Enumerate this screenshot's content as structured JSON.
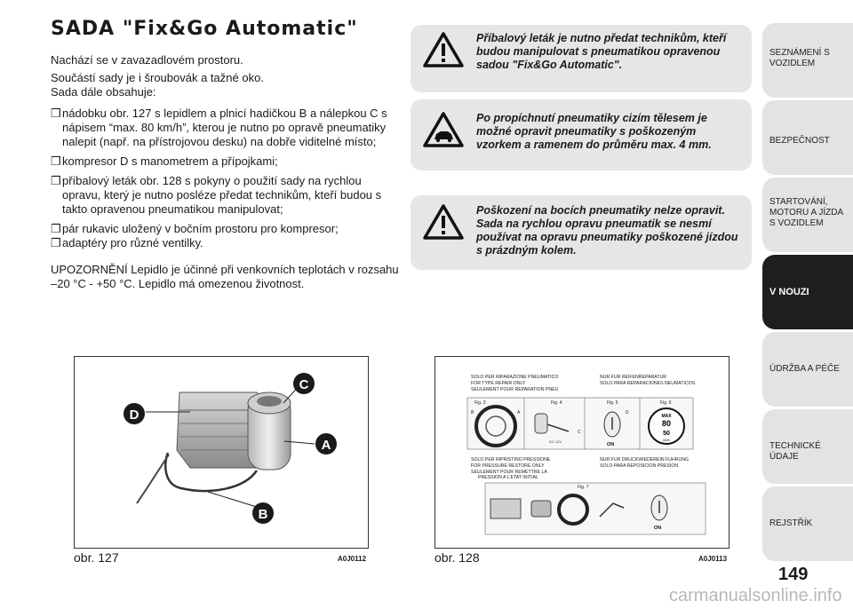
{
  "title": "SADA \"Fix&Go Automatic\"",
  "intro": [
    "Nachází se v zavazadlovém prostoru.",
    "Součástí sady je i šroubovák a tažné oko.",
    "Sada dále obsahuje:"
  ],
  "bullet_glyph": "❒",
  "items": [
    "nádobku obr. 127 s lepidlem a plnicí hadičkou B a nálepkou C s nápisem “max. 80 km/h”, kterou je nutno po opravě pneumatiky nalepit (např. na přístrojovou desku) na dobře viditelné místo;",
    "kompresor D s manometrem a přípojkami;",
    "příbalový leták obr. 128 s pokyny o použití sady na rychlou opravu, který je nutno posléze předat technikům, kteří budou s takto opravenou pneumatikou manipulovat;",
    "pár rukavic uložený v bočním prostoru pro kompresor;",
    "adaptéry pro různé ventilky."
  ],
  "warning_text": "UPOZORNĚNÍ Lepidlo je účinné při venkovních teplotách v rozsahu –20 °C - +50 °C. Lepidlo má omezenou životnost.",
  "boxes": [
    "Příbalový leták je nutno předat technikům, kteří budou manipulovat s pneumatikou opravenou sadou \"Fix&Go Automatic\".",
    "Po propíchnutí pneumatiky cizím tělesem je možné opravit pneumatiky s poškozeným vzorkem a ramenem do průměru max. 4 mm.",
    "Poškození na bocích pneumatiky nelze opravit. Sada na rychlou opravu pneumatik se nesmí používat na opravu pneumatiky poškozené jízdou s prázdným kolem."
  ],
  "sidebar": [
    "SEZNÁMENÍ S VOZIDLEM",
    "BEZPEČNOST",
    "STARTOVÁNÍ, MOTORU A JÍZDA S VOZIDLEM",
    "V NOUZI",
    "ÚDRŽBA A PÉČE",
    "TECHNICKÉ ÚDAJE",
    "REJSTŘÍK"
  ],
  "fig1": {
    "caption": "obr. 127",
    "code": "A0J0112",
    "labels": [
      "A",
      "B",
      "C",
      "D"
    ]
  },
  "fig2": {
    "caption": "obr. 128",
    "code": "A0J0113",
    "lines_top_left": [
      "SOLO PER RIPARAZIONE PNEUMATICO",
      "FOR TYPE REPAIR ONLY",
      "SEULEMENT POUR REPARATION PNEU"
    ],
    "lines_top_right": [
      "NUR FUR REIFENREPARATUR",
      "SOLO PARA REPARACIONES NEUMATICOS"
    ],
    "fig_labels_top": [
      "Fig. 3",
      "Fig. 4",
      "Fig. 5",
      "Fig. 6"
    ],
    "lines_mid_left": [
      "SOLO PER RIPRISTINO PRESSIONE",
      "FOR PRESSURE RESTORE ONLY",
      "SEULEMENT POUR REMETTRE LA",
      "PRESSION A L'ETAT INITIAL"
    ],
    "lines_mid_right": [
      "NUR FUR DRUCKWIEDEREIN FUHRUNG",
      "SOLO PARA REPOSICION PRESION"
    ],
    "fig_label_bottom": "Fig. 7",
    "letters": [
      "B",
      "A",
      "C",
      "D"
    ],
    "on_label": "ON",
    "speed_max": "MAX",
    "speed_80": "80",
    "speed_50": "50",
    "speed_unit": "km/h",
    "volt": "DC 12V"
  },
  "page_number": "149",
  "watermark": "carmanualsonline.info"
}
